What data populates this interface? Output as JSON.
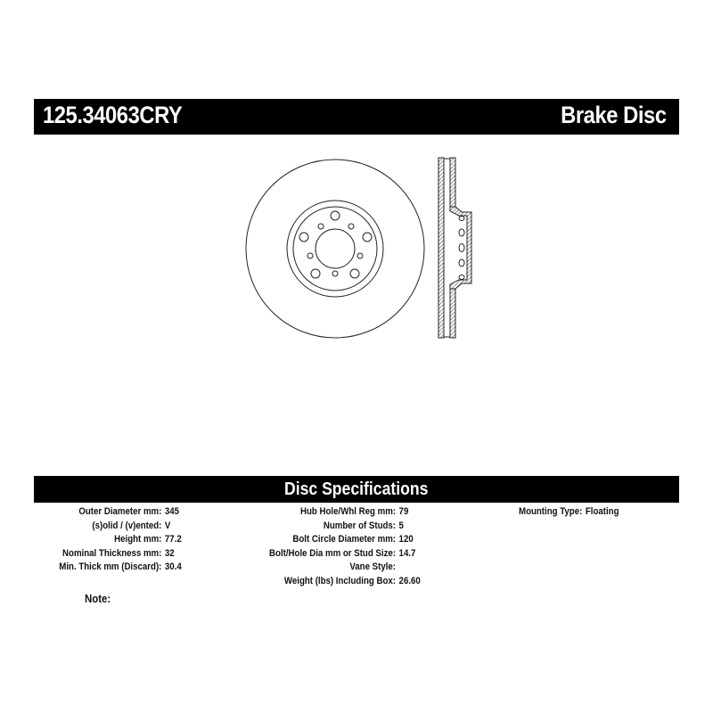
{
  "header": {
    "part_number": "125.34063CRY",
    "product_type": "Brake Disc"
  },
  "specifications": {
    "title": "Disc Specifications",
    "column1": [
      {
        "label": "Outer Diameter mm:",
        "value": "345"
      },
      {
        "label": "(s)olid / (v)ented:",
        "value": "V"
      },
      {
        "label": "Height mm:",
        "value": "77.2"
      },
      {
        "label": "Nominal Thickness mm:",
        "value": "32"
      },
      {
        "label": "Min. Thick mm (Discard):",
        "value": "30.4"
      }
    ],
    "column2": [
      {
        "label": "Hub Hole/Whl Reg mm:",
        "value": "79"
      },
      {
        "label": "Number of Studs:",
        "value": "5"
      },
      {
        "label": "Bolt Circle Diameter mm:",
        "value": "120"
      },
      {
        "label": "Bolt/Hole Dia mm or Stud Size:",
        "value": "14.7"
      },
      {
        "label": "Vane Style:",
        "value": ""
      },
      {
        "label": "Weight (lbs) Including Box:",
        "value": "26.60"
      }
    ],
    "column3": [
      {
        "label": "Mounting Type:",
        "value": "Floating"
      }
    ],
    "note_label": "Note:",
    "note_value": ""
  },
  "drawing": {
    "front_view": "brake-disc-front-view",
    "side_view": "brake-disc-cross-section"
  }
}
